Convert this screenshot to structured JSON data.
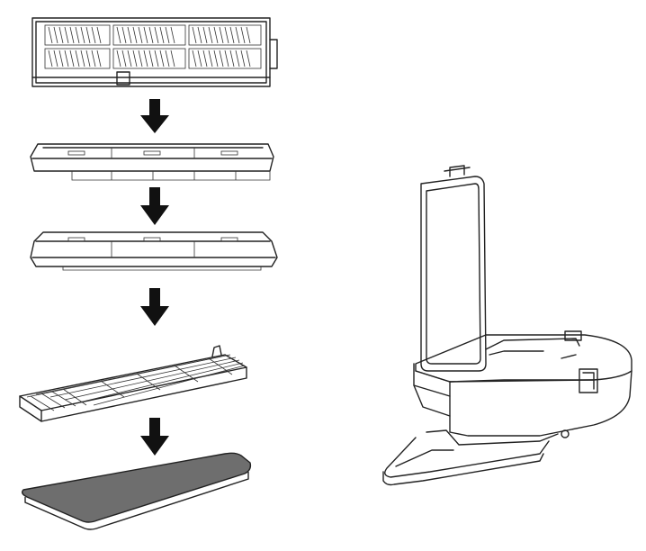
{
  "diagram": {
    "steps": [
      {
        "item": "filter-housing"
      },
      {
        "item": "filter-frame-top"
      },
      {
        "item": "filter-frame-bottom"
      },
      {
        "item": "hepa-filter"
      },
      {
        "item": "sponge-filter"
      }
    ],
    "colors": {
      "line": "#222222",
      "arrow": "#111111",
      "sponge": "#6e6e6e",
      "background": "#ffffff"
    }
  }
}
